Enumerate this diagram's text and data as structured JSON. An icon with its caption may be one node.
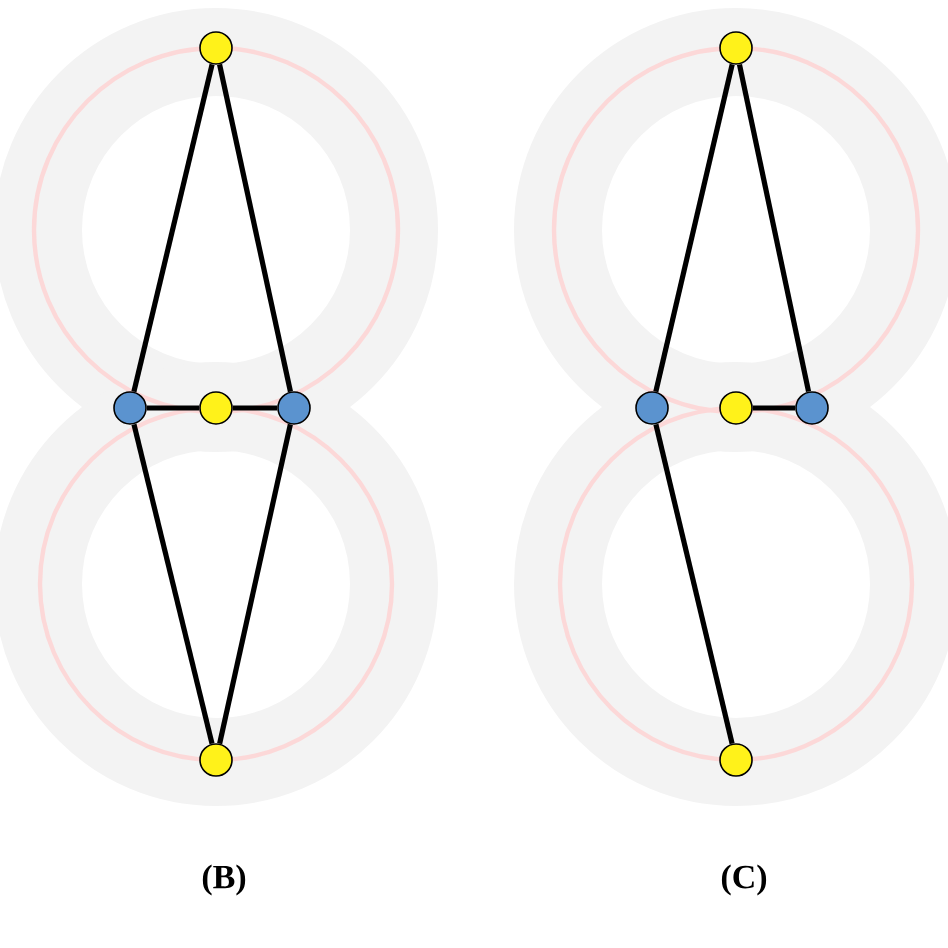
{
  "diagram": {
    "nodes": [
      {
        "text": [],
        "shape": "circle"
      },
      {
        "text": [],
        "shape": "circle"
      },
      {
        "text": [],
        "shape": "circle"
      },
      {
        "text": [],
        "shape": "circle"
      },
      {
        "text": [],
        "shape": "circle"
      },
      {
        "text": [],
        "shape": "circle"
      },
      {
        "text": [],
        "shape": "circle"
      },
      {
        "text": [],
        "shape": "circle"
      },
      {
        "text": [],
        "shape": "circle"
      },
      {
        "text": [],
        "shape": "circle"
      }
    ],
    "edges": [
      {
        "from": 0,
        "to": 1,
        "arrow": "none"
      },
      {
        "from": 0,
        "to": 3,
        "arrow": "none"
      },
      {
        "from": 1,
        "to": 2,
        "arrow": "none"
      },
      {
        "from": 2,
        "to": 3,
        "arrow": "none"
      },
      {
        "from": 1,
        "to": 4,
        "arrow": "none"
      },
      {
        "from": 3,
        "to": 4,
        "arrow": "none"
      },
      {
        "from": 5,
        "to": 6,
        "arrow": "none"
      },
      {
        "from": 5,
        "to": 8,
        "arrow": "none"
      },
      {
        "from": 7,
        "to": 8,
        "arrow": "none"
      },
      {
        "from": 6,
        "to": 9,
        "arrow": "none"
      }
    ],
    "labels": [
      "(B)",
      "(C)"
    ]
  }
}
